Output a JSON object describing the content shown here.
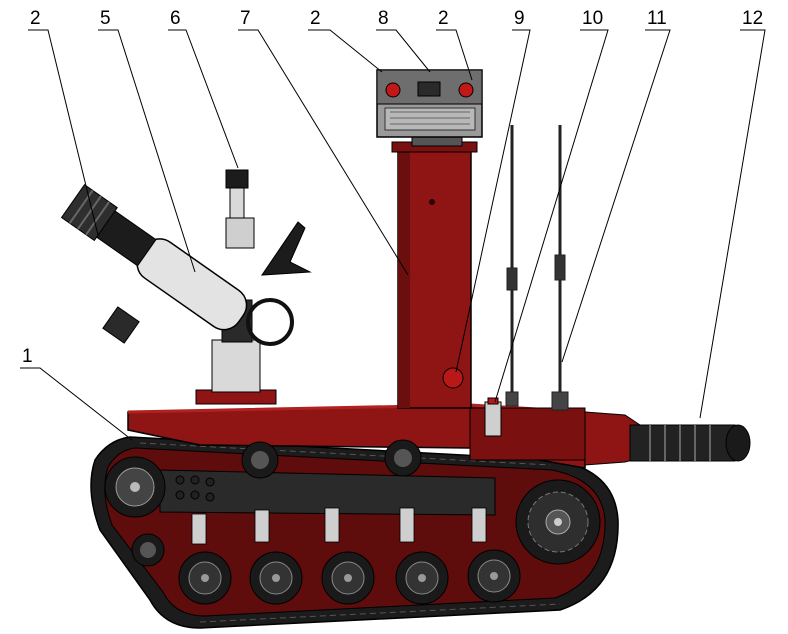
{
  "colors": {
    "body_red": "#8f1414",
    "body_red_dark": "#5e0c0c",
    "body_red_light": "#b02222",
    "track_black": "#1c1c1c",
    "wheel_dark": "#2a2a2a",
    "grey_metal": "#9a9a9a",
    "light_metal": "#d9d9d9"
  },
  "callouts": [
    {
      "id": "c-2a",
      "label": "2"
    },
    {
      "id": "c-5",
      "label": "5"
    },
    {
      "id": "c-6",
      "label": "6"
    },
    {
      "id": "c-7",
      "label": "7"
    },
    {
      "id": "c-2b",
      "label": "2"
    },
    {
      "id": "c-8",
      "label": "8"
    },
    {
      "id": "c-2c",
      "label": "2"
    },
    {
      "id": "c-9",
      "label": "9"
    },
    {
      "id": "c-10",
      "label": "10"
    },
    {
      "id": "c-11",
      "label": "11"
    },
    {
      "id": "c-12",
      "label": "12"
    },
    {
      "id": "c-1",
      "label": "1"
    }
  ]
}
